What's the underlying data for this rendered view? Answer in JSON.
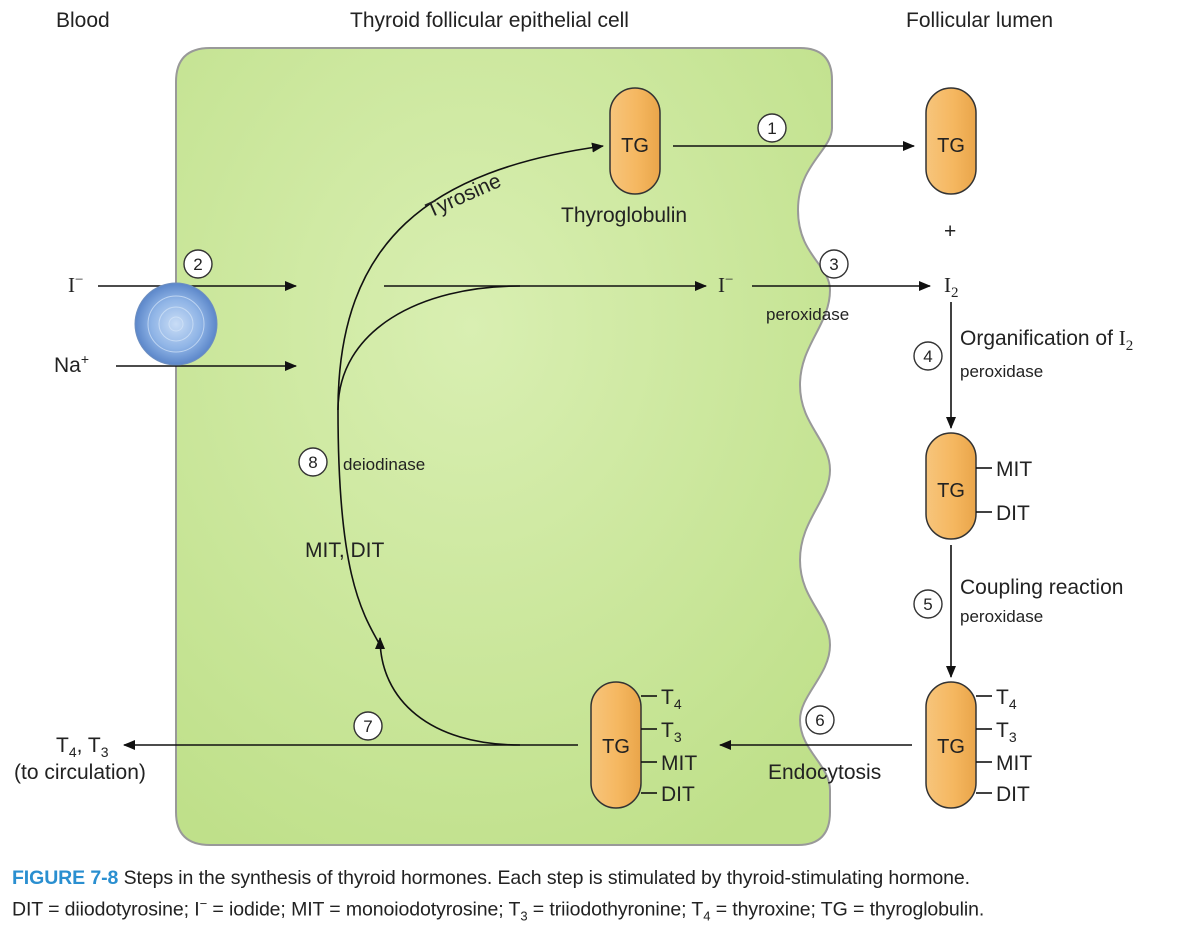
{
  "headers": {
    "blood": "Blood",
    "cell": "Thyroid follicular epithelial cell",
    "lumen": "Follicular lumen"
  },
  "labels": {
    "tg": "TG",
    "thyroglobulin": "Thyroglobulin",
    "tyrosine": "Tyrosine",
    "iodide": "I",
    "minus": "−",
    "sodium": "Na",
    "plus_sup": "+",
    "plus": "+",
    "i2": "I",
    "i2_sub": "2",
    "peroxidase": "peroxidase",
    "organification": "Organification of ",
    "coupling": "Coupling reaction",
    "deiodinase": "deiodinase",
    "mit_dit": "MIT, DIT",
    "mit": "MIT",
    "dit": "DIT",
    "t": "T",
    "sub3": "3",
    "sub4": "4",
    "endocytosis": "Endocytosis",
    "circulation_t": "T",
    "circulation_comma": ", T",
    "to_circulation": "(to circulation)"
  },
  "steps": [
    "1",
    "2",
    "3",
    "4",
    "5",
    "6",
    "7",
    "8"
  ],
  "colors": {
    "cell_fill": "#c9e69a",
    "tg_fill": "#f5b760",
    "caption_accent": "#2a8fd0"
  },
  "caption": {
    "figure": "FIGURE 7-8",
    "line1": "Steps in the synthesis of thyroid hormones. Each step is stimulated by thyroid-stimulating hormone.",
    "line2_a": "DIT = diiodotyrosine; I",
    "line2_b": " = iodide; MIT = monoiodotyrosine; T",
    "line2_c": " = triiodothyronine; T",
    "line2_d": " = thyroxine; TG = thyroglobulin.",
    "sup_minus": "−",
    "sub3": "3",
    "sub4": "4"
  }
}
